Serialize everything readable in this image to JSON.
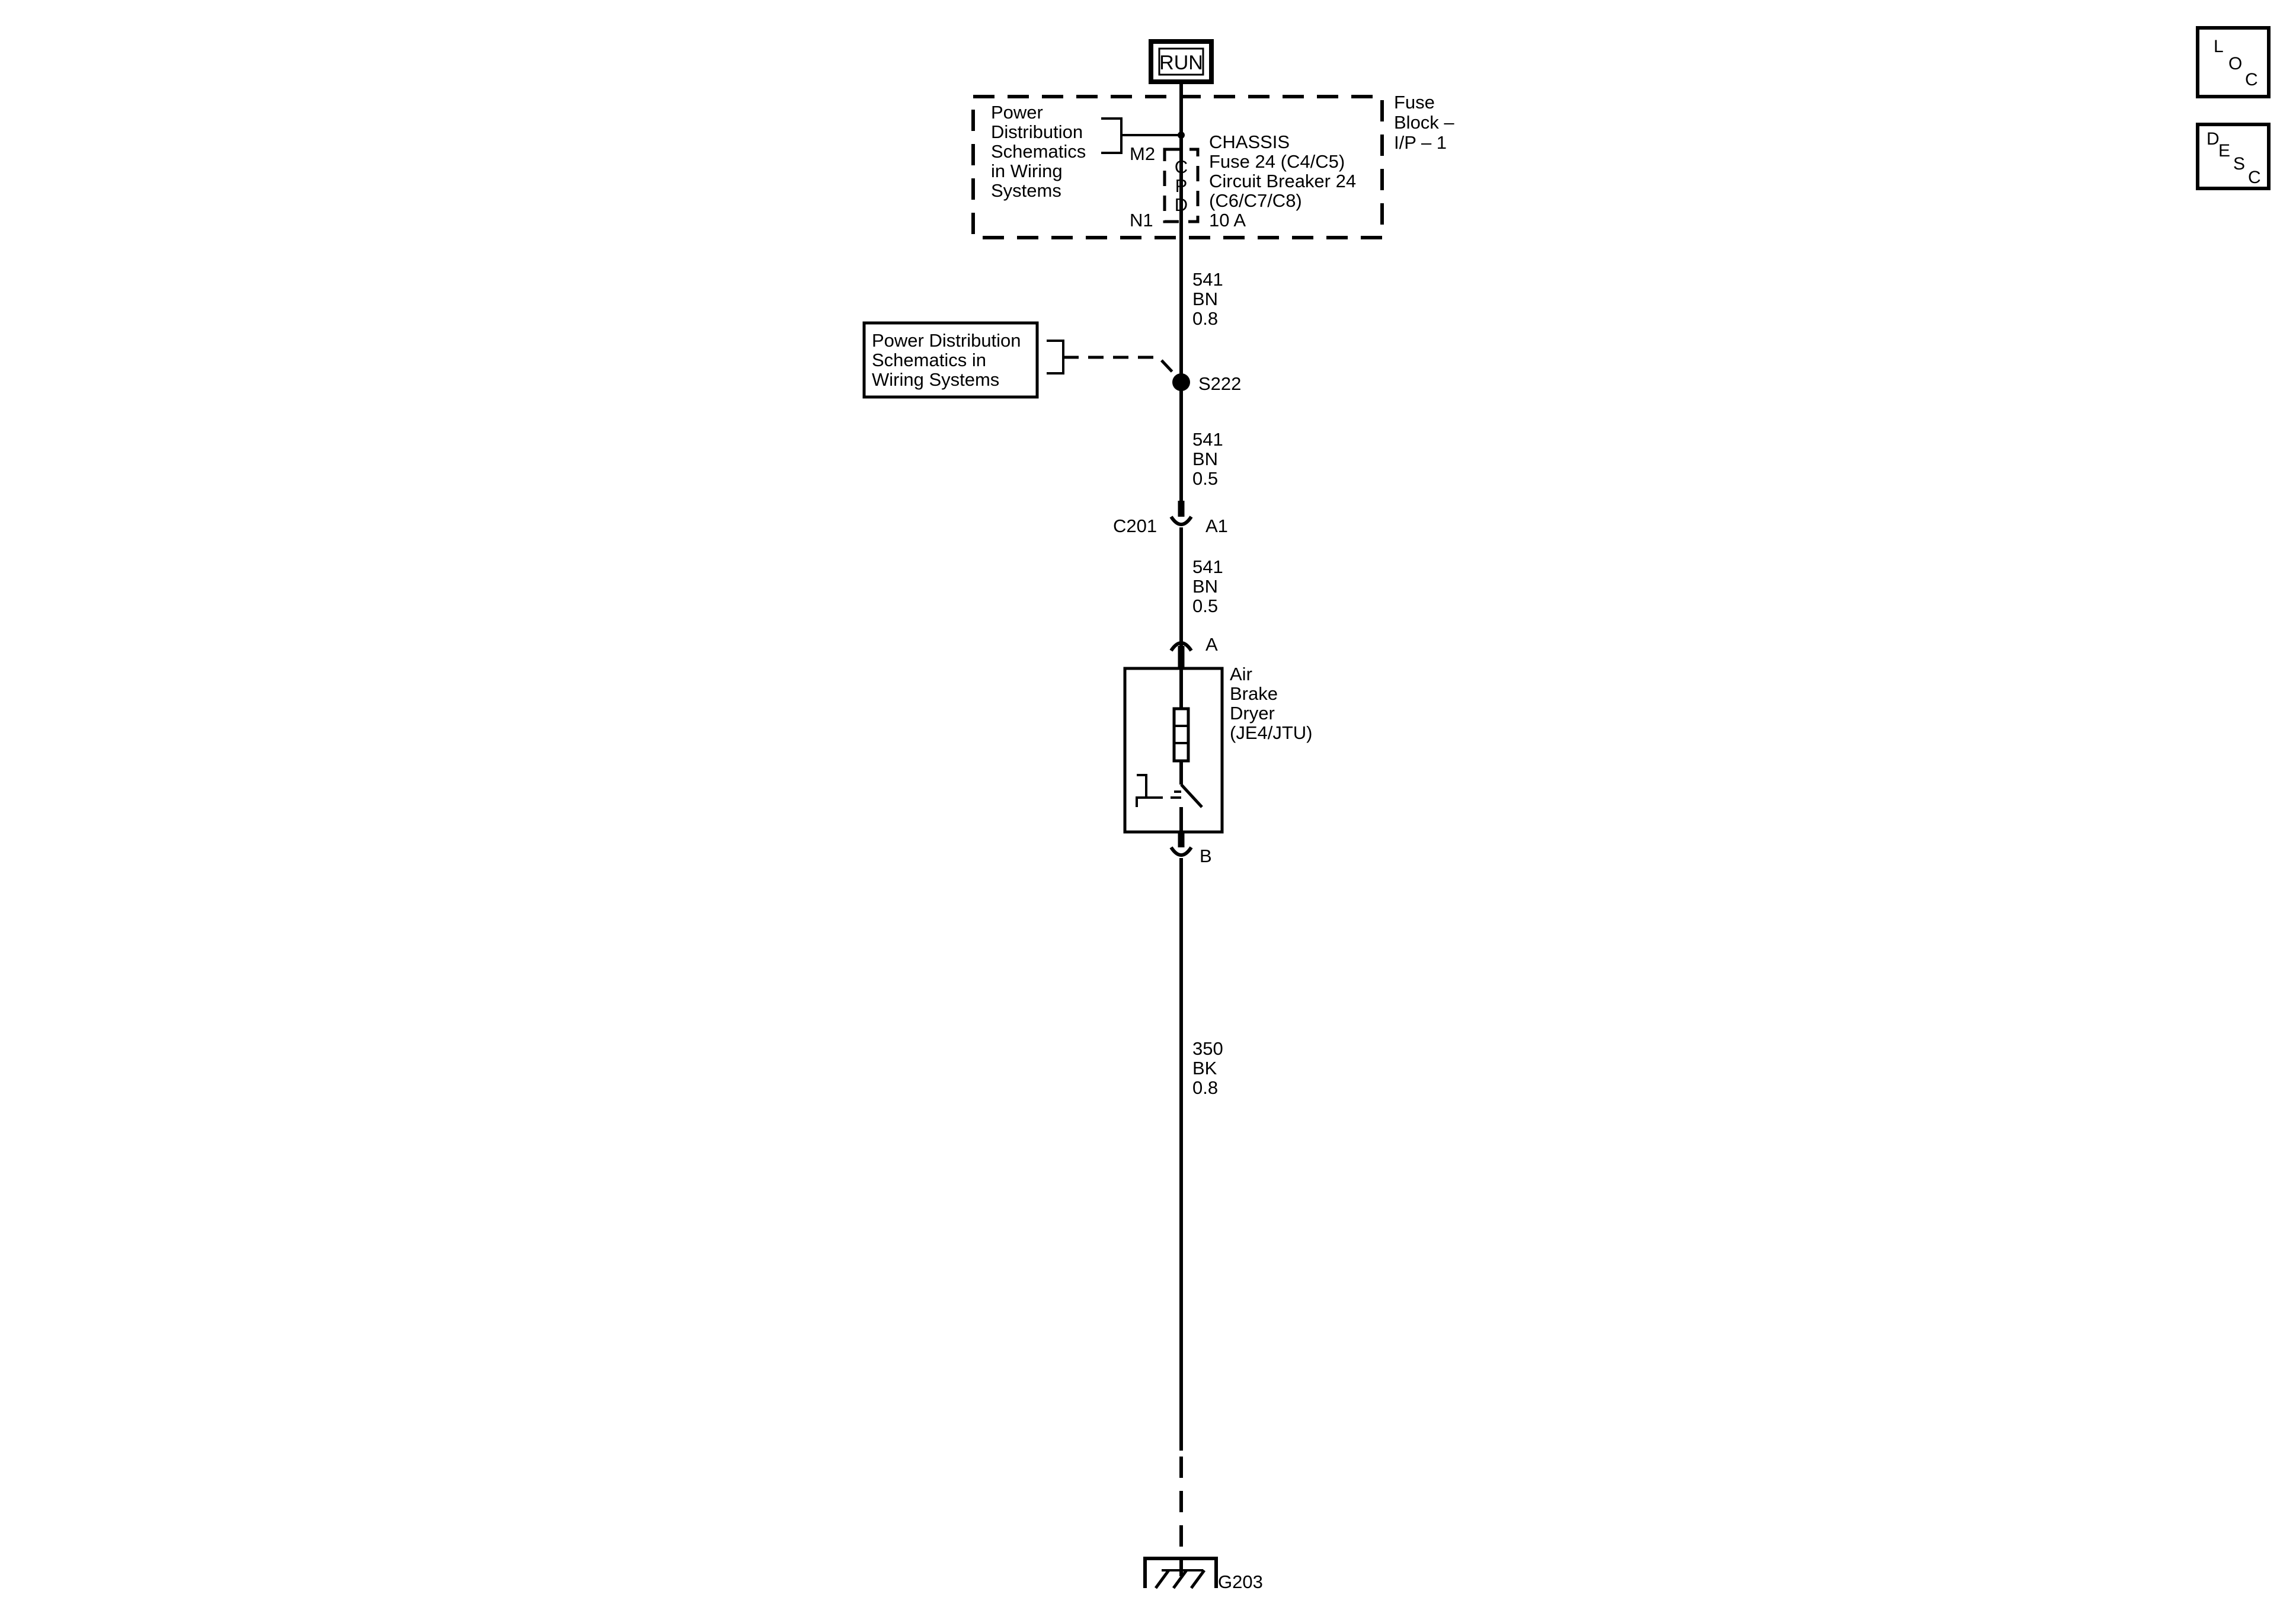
{
  "run_label": "RUN",
  "fuse_block": {
    "line1": "Fuse",
    "line2": "Block –",
    "line3": "I/P – 1",
    "pin_in": "M2",
    "pin_out": "N1",
    "fuse_line1": "CHASSIS",
    "fuse_line2": "Fuse 24 (C4/C5)",
    "fuse_line3": "Circuit Breaker 24",
    "fuse_line4": "(C6/C7/C8)",
    "fuse_line5": "10 A",
    "cpd": [
      "C",
      "P",
      "D"
    ]
  },
  "ref_box_1": {
    "line1": "Power",
    "line2": "Distribution",
    "line3": "Schematics",
    "line4": "in Wiring",
    "line5": "Systems"
  },
  "ref_box_2": {
    "line1": "Power Distribution",
    "line2": "Schematics in",
    "line3": "Wiring  Systems"
  },
  "wire_1": {
    "circuit": "541",
    "color": "BN",
    "size": "0.8"
  },
  "splice": "S222",
  "wire_2": {
    "circuit": "541",
    "color": "BN",
    "size": "0.5"
  },
  "connector": {
    "name": "C201",
    "pin": "A1"
  },
  "wire_3": {
    "circuit": "541",
    "color": "BN",
    "size": "0.5"
  },
  "component": {
    "pin_top": "A",
    "pin_bottom": "B",
    "line1": "Air",
    "line2": "Brake",
    "line3": "Dryer",
    "line4": "(JE4/JTU)"
  },
  "wire_4": {
    "circuit": "350",
    "color": "BK",
    "size": "0.8"
  },
  "ground": "G203",
  "buttons": {
    "loc": [
      "L",
      "O",
      "C"
    ],
    "desc": [
      "D",
      "E",
      "S",
      "C"
    ]
  }
}
